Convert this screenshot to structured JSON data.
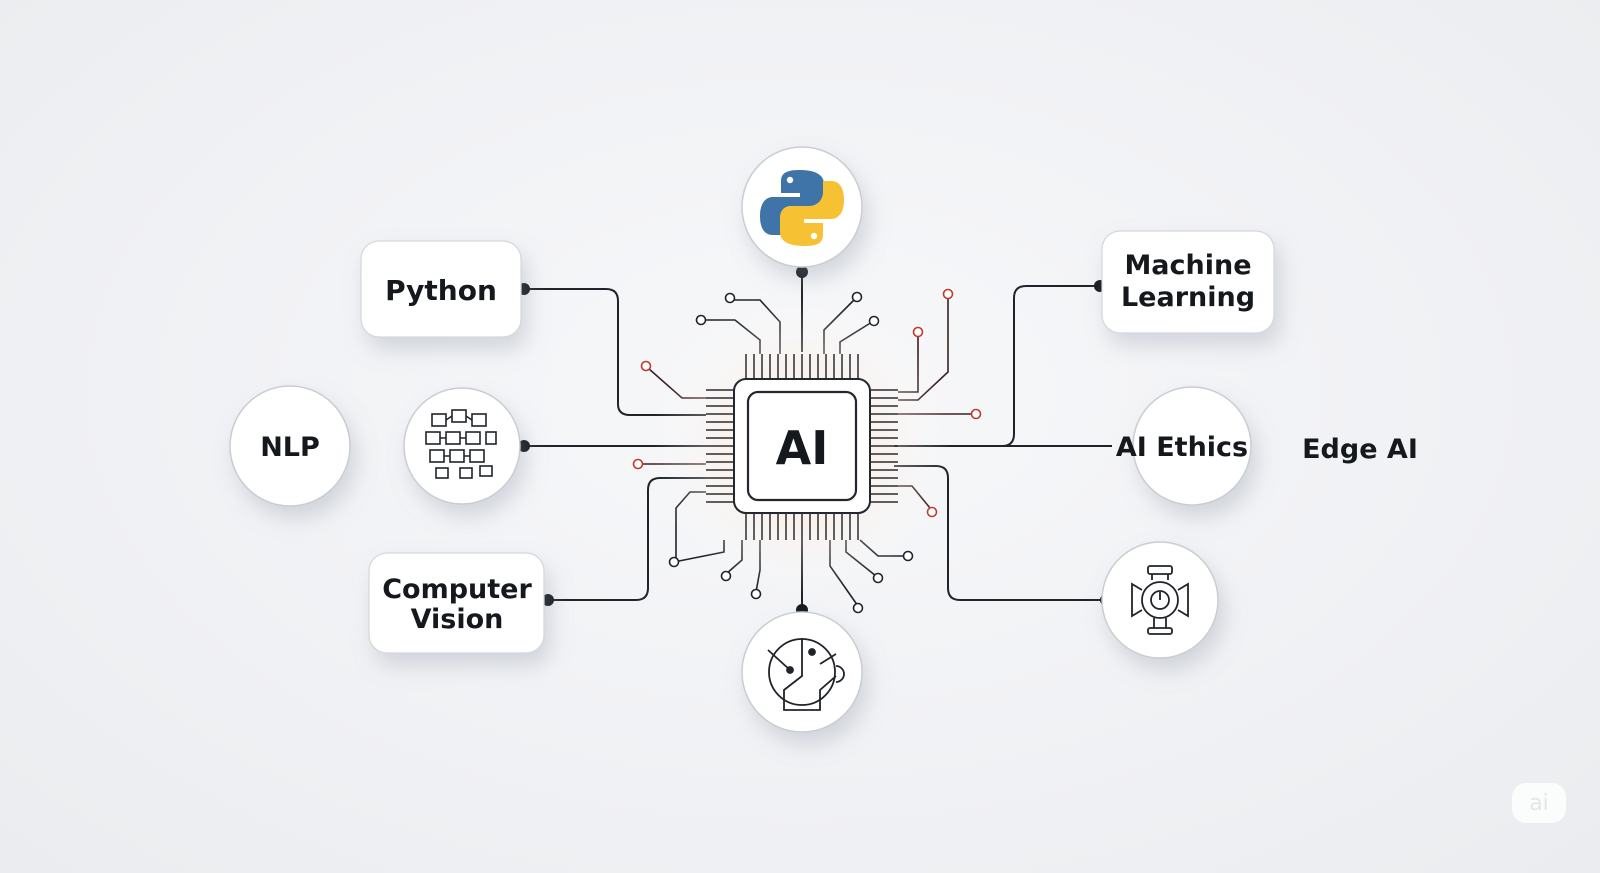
{
  "chip": {
    "label": "AI",
    "accent": "#c0392b"
  },
  "nodes": {
    "python": "Python",
    "nlp": "NLP",
    "computer_vision": [
      "Computer",
      "Vision"
    ],
    "machine_learning": [
      "Machine",
      "Learning"
    ],
    "ai_ethics": "AI Ethics",
    "edge_ai": "Edge AI"
  },
  "icons": {
    "top": "python-logo-icon",
    "left": "neural-circuit-icon",
    "bottom": "robot-arm-icon",
    "right": "power-device-icon"
  },
  "watermark": "ai",
  "colors": {
    "line": "#20242a",
    "python_blue": "#3e74a8",
    "python_yellow": "#f6c234",
    "glow": "#f3a56b"
  }
}
